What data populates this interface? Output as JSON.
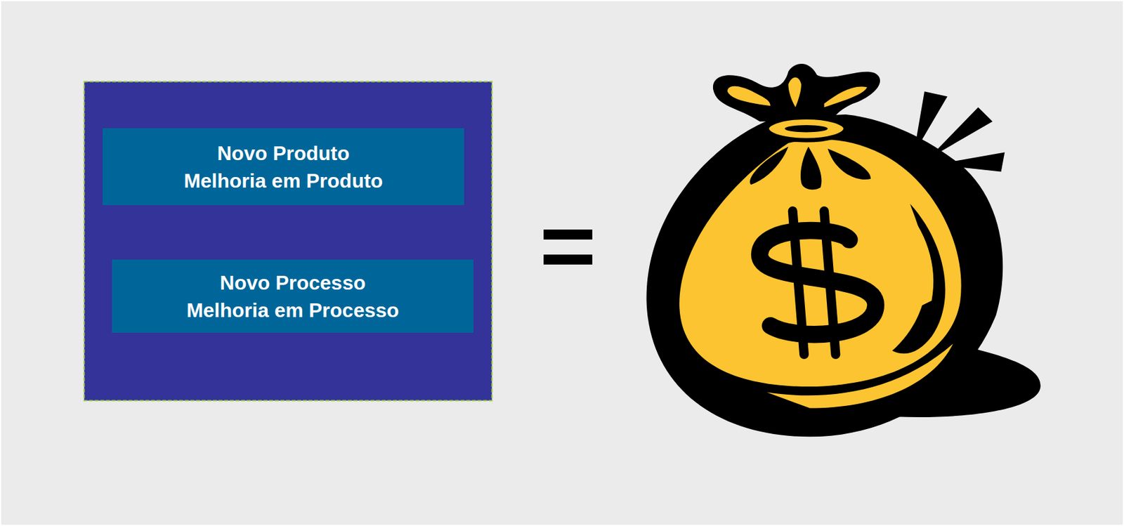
{
  "diagram": {
    "nodes": [
      {
        "text": [
          "Novo Produto",
          "Melhoria em Produto"
        ]
      },
      {
        "text": [
          "Novo Processo",
          "Melhoria em Processo"
        ]
      }
    ]
  }
}
